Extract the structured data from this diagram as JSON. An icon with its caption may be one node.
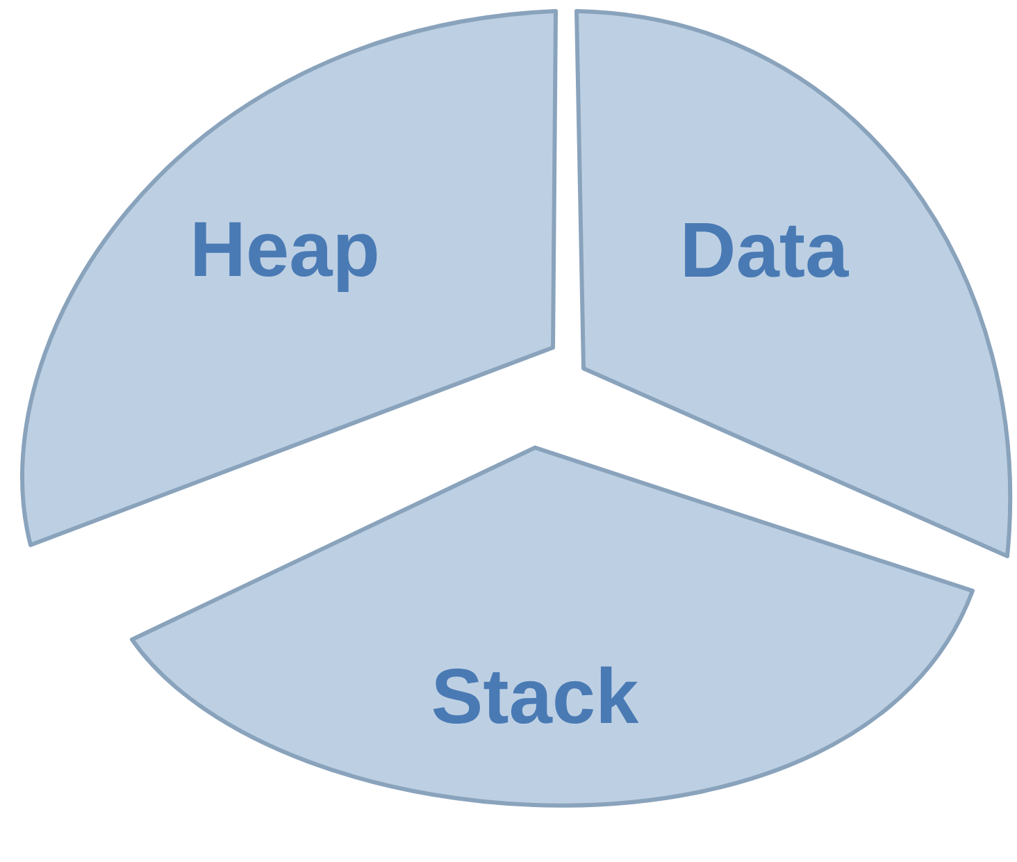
{
  "diagram": {
    "nodes": [
      {
        "text": [
          "Heap"
        ]
      },
      {
        "text": [
          "Data"
        ]
      },
      {
        "text": [
          "Stack"
        ]
      }
    ]
  }
}
